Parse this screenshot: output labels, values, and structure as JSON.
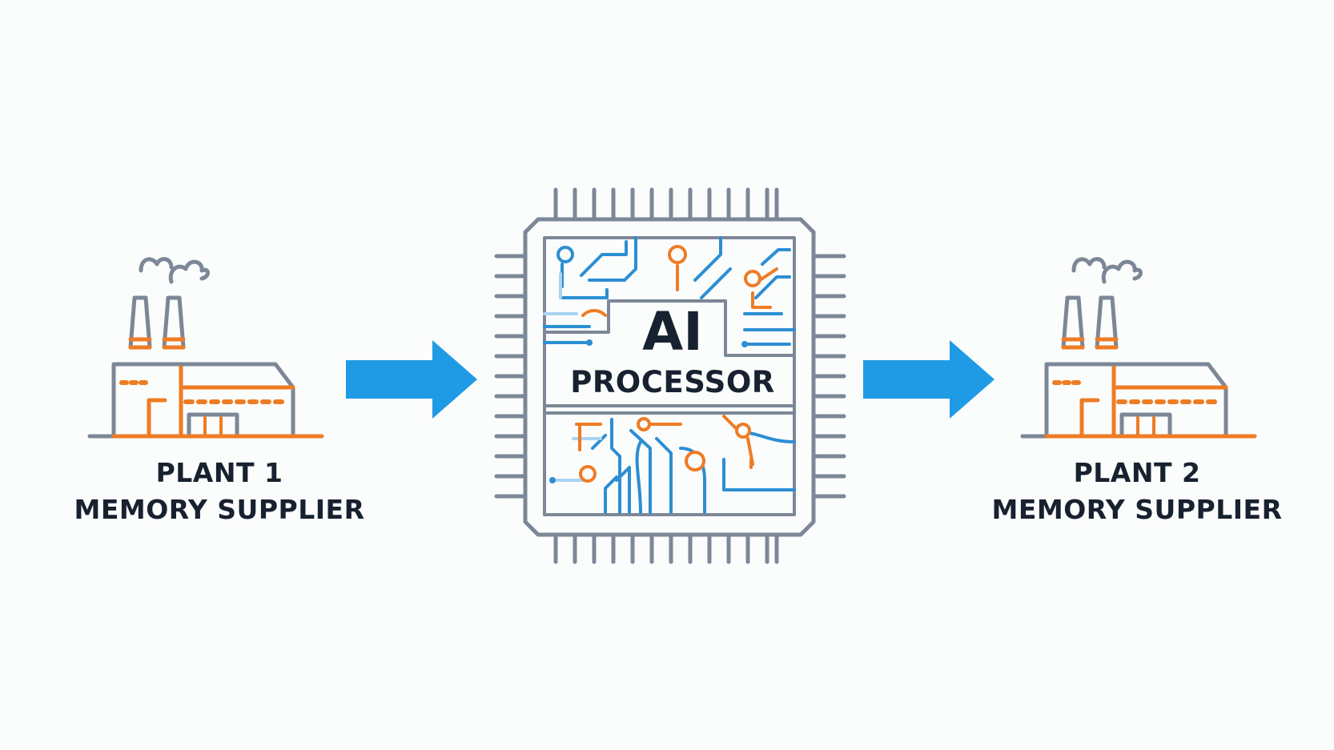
{
  "diagram": {
    "nodes": [
      {
        "id": "plant-1",
        "kind": "factory",
        "label_lines": [
          "PLANT 1",
          "MEMORY SUPPLIER"
        ]
      },
      {
        "id": "ai-processor",
        "kind": "chip",
        "title": "AI",
        "subtitle": "PROCESSOR"
      },
      {
        "id": "plant-2",
        "kind": "factory",
        "label_lines": [
          "PLANT 2",
          "MEMORY SUPPLIER"
        ]
      }
    ],
    "edges": [
      {
        "from": "plant-1",
        "to": "ai-processor",
        "icon": "arrow-right-icon"
      },
      {
        "from": "ai-processor",
        "to": "plant-2",
        "icon": "arrow-right-icon"
      }
    ],
    "icons": {
      "factory": "factory-icon",
      "chip": "processor-chip-icon",
      "arrow": "arrow-right-icon"
    }
  },
  "colors": {
    "background": "#fbfcfc",
    "arrow": "#1f9be6",
    "outline": "#7c8797",
    "accent_orange": "#ee7c24",
    "accent_blue": "#2c8ed3",
    "text": "#17212f"
  }
}
